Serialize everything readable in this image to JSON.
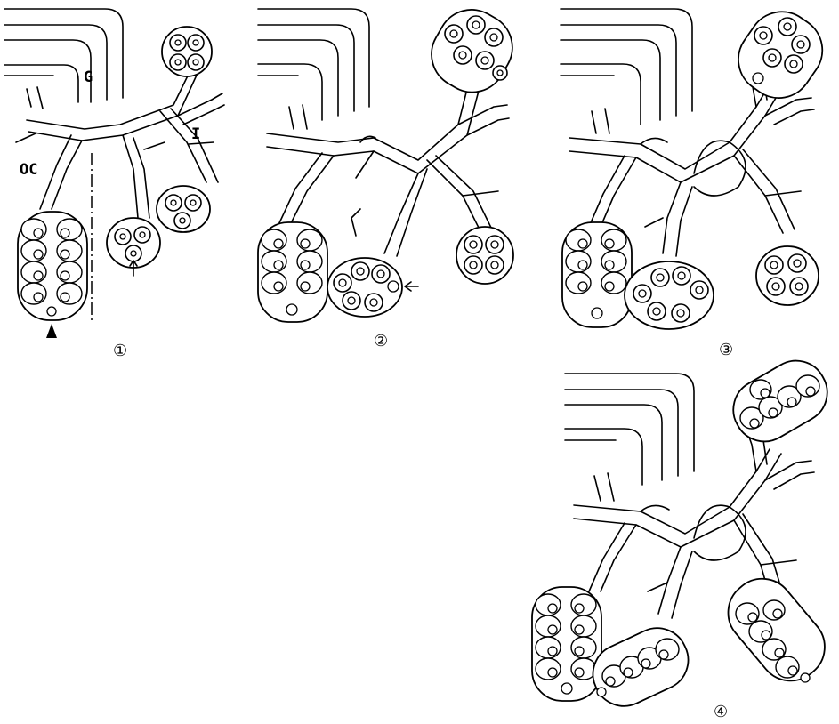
{
  "labels": {
    "g": "G",
    "i": "I",
    "oc": "OC"
  },
  "panels": [
    {
      "number": "①"
    },
    {
      "number": "②"
    },
    {
      "number": "③"
    },
    {
      "number": "④"
    }
  ]
}
